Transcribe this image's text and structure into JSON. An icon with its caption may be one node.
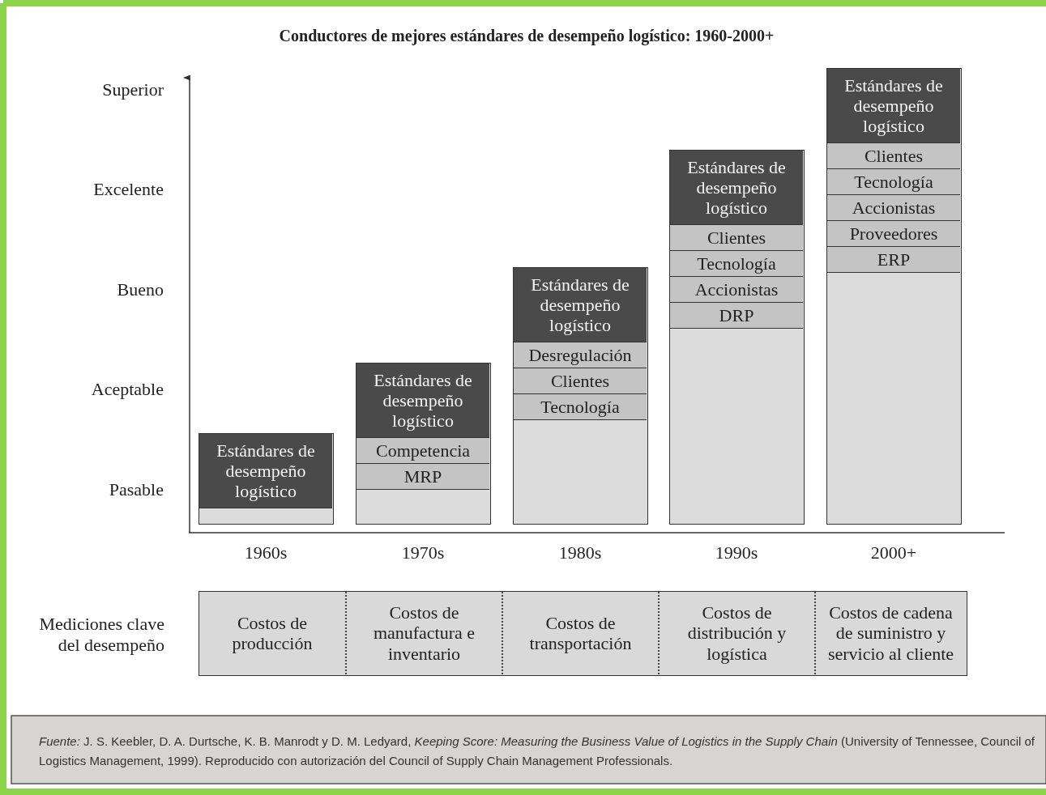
{
  "diagram": {
    "title": "Conductores de mejores estándares de desempeño logístico: 1960-2000+",
    "caption": "*Fuente:* J. S. Keebler, D. A. Durtsche, K. B. Manrodt y D. M. Ledyard, *Keeping Score: Measuring the Business Value of Logistics in the Supply Chain* (University of Tennessee, Council of Logistics Management, 1999). Reproducido con autorización del Council of Supply Chain Management Professionals.",
    "nodes": [
      {
        "text": [],
        "shape": "bar"
      },
      {
        "text": [
          "Estándares de desempeño logístico"
        ],
        "in": 0
      },
      {
        "text": [],
        "shape": "bar"
      },
      {
        "text": [
          "Estándares de desempeño logístico"
        ],
        "in": 2
      },
      {
        "text": [
          "Competencia"
        ],
        "in": 2
      },
      {
        "text": [
          "MRP"
        ],
        "in": 2
      },
      {
        "text": [],
        "shape": "bar"
      },
      {
        "text": [
          "Estándares de desempeño logístico"
        ],
        "in": 6
      },
      {
        "text": [
          "Desregulación"
        ],
        "in": 6
      },
      {
        "text": [
          "Clientes"
        ],
        "in": 6
      },
      {
        "text": [
          "Tecnología"
        ],
        "in": 6
      },
      {
        "text": [],
        "shape": "bar"
      },
      {
        "text": [
          "Estándares de desempeño logístico"
        ],
        "in": 11
      },
      {
        "text": [
          "Clientes"
        ],
        "in": 11
      },
      {
        "text": [
          "Tecnología"
        ],
        "in": 11
      },
      {
        "text": [
          "Accionistas"
        ],
        "in": 11
      },
      {
        "text": [
          "DRP"
        ],
        "in": 11
      },
      {
        "text": [],
        "shape": "bar"
      },
      {
        "text": [
          "Estándares de desempeño logístico"
        ],
        "in": 17
      },
      {
        "text": [
          "Clientes"
        ],
        "in": 17
      },
      {
        "text": [
          "Tecnología"
        ],
        "in": 17
      },
      {
        "text": [
          "Accionistas"
        ],
        "in": 17
      },
      {
        "text": [
          "Proveedores"
        ],
        "in": 17
      },
      {
        "text": [
          "ERP"
        ],
        "in": 17
      },
      {
        "text": [],
        "shape": "box"
      },
      {
        "text": [
          "Costos de producción"
        ],
        "in": 24
      },
      {
        "text": [
          "Costos de manufactura e inventario"
        ],
        "in": 24
      },
      {
        "text": [
          "Costos de transportación"
        ],
        "in": 24
      },
      {
        "text": [
          "Costos de distribución y logística"
        ],
        "in": 24
      },
      {
        "text": [
          "Costos de cadena de suministro y servicio al cliente"
        ],
        "in": 24
      }
    ],
    "edges": [],
    "labels": [
      "Superior",
      "Excelente",
      "Bueno",
      "Aceptable",
      "Pasable",
      "1960s",
      "1970s",
      "1980s",
      "1990s",
      "2000+",
      "Mediciones clave del desempeño"
    ]
  }
}
